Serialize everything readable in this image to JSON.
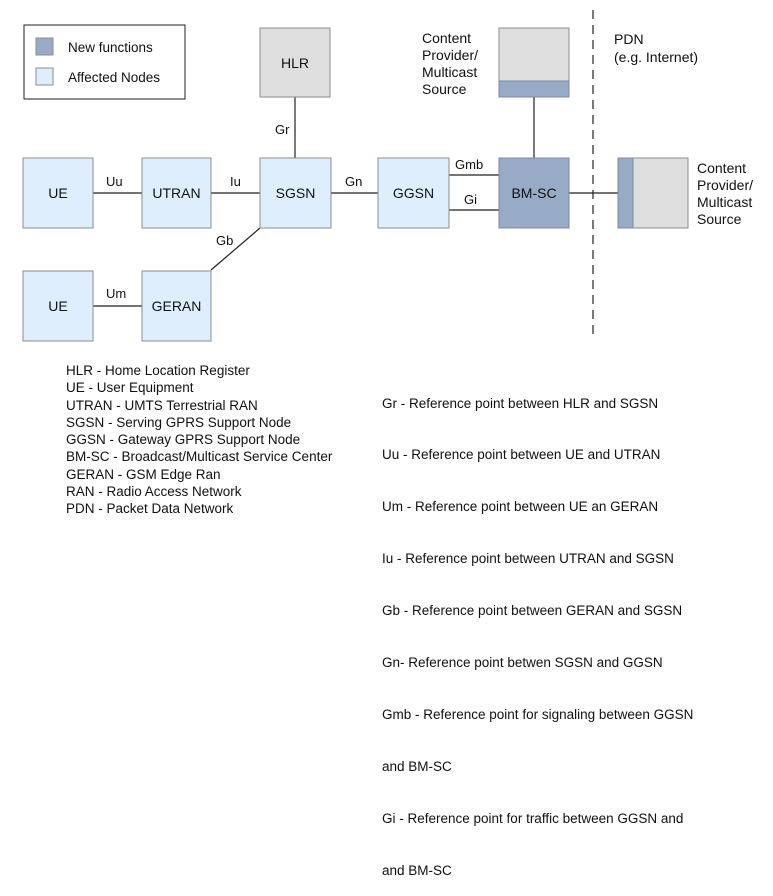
{
  "legend": {
    "new_functions": "New functions",
    "affected_nodes": "Affected Nodes"
  },
  "colors": {
    "affected_fill": "#deeefd",
    "new_fill": "#97aac6",
    "border": "#8d8d8d",
    "hlr_fill": "#dedede",
    "line": "#222222"
  },
  "nodes": {
    "hlr": "HLR",
    "ue1": "UE",
    "utran": "UTRAN",
    "sgsn": "SGSN",
    "ggsn": "GGSN",
    "bmsc": "BM-SC",
    "ue2": "UE",
    "geran": "GERAN"
  },
  "edges": {
    "gr": "Gr",
    "uu": "Uu",
    "iu": "Iu",
    "gn": "Gn",
    "gmb": "Gmb",
    "gi": "Gi",
    "gb": "Gb",
    "um": "Um"
  },
  "content_provider_top": [
    "Content",
    "Provider/",
    "Multicast",
    "Source"
  ],
  "content_provider_right": [
    "Content",
    "Provider/",
    "Multicast",
    "Source"
  ],
  "pdn": {
    "line1": "PDN",
    "line2": "(e.g. Internet)"
  },
  "abbreviations": [
    "HLR - Home Location Register",
    "UE - User Equipment",
    "UTRAN - UMTS Terrestrial RAN",
    "SGSN - Serving GPRS Support Node",
    "GGSN - Gateway GPRS Support Node",
    "BM-SC - Broadcast/Multicast Service Center",
    "GERAN - GSM Edge Ran",
    "RAN - Radio Access Network",
    "PDN - Packet Data Network"
  ],
  "reference_points": [
    "Gr - Reference point between HLR and SGSN",
    "Uu - Reference point between UE and UTRAN",
    "Um - Reference point between UE an GERAN",
    "Iu - Reference point between UTRAN and SGSN",
    "Gb - Reference point between GERAN and SGSN",
    "Gn- Reference point betwen SGSN and GGSN",
    "Gmb - Reference point for signaling between GGSN",
    "   and BM-SC",
    "Gi - Reference point for traffic between GGSN and",
    "   and BM-SC"
  ]
}
